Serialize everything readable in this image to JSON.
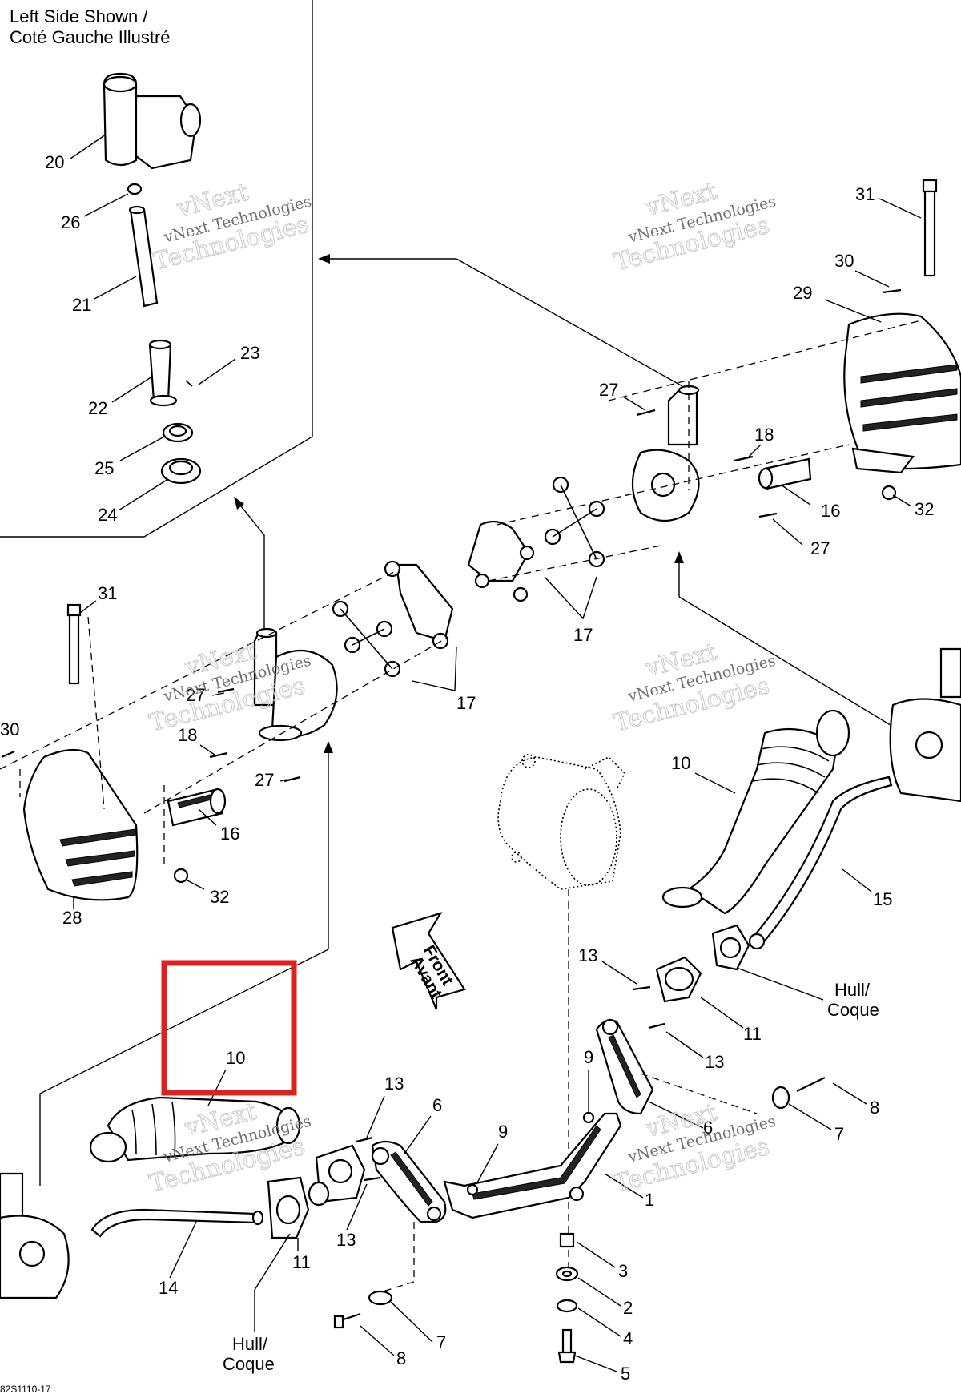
{
  "header_note": {
    "line1": "Left Side Shown /",
    "line2": "Coté Gauche Illustré"
  },
  "watermark": {
    "small": "vNext Technologies",
    "large_top": "vNext",
    "large_bottom": "Technologies"
  },
  "front_arrow": {
    "line1": "Front",
    "line2": "Avant"
  },
  "hull_label": {
    "line1": "Hull/",
    "line2": "Coque"
  },
  "footer_code": "82S1110-17",
  "highlight_color": "#e02020",
  "callouts": {
    "c20": "20",
    "c26": "26",
    "c21": "21",
    "c23": "23",
    "c22": "22",
    "c25": "25",
    "c24": "24",
    "c31a": "31",
    "c30a": "30",
    "c29": "29",
    "c27a": "27",
    "c18a": "18",
    "c16a": "16",
    "c32a": "32",
    "c27b": "27",
    "c17a": "17",
    "c31b": "31",
    "c30b": "30",
    "c27c": "27",
    "c18b": "18",
    "c27d": "27",
    "c16b": "16",
    "c32b": "32",
    "c28": "28",
    "c17b": "17",
    "c10a": "10",
    "c15": "15",
    "c13a": "13",
    "c11a": "11",
    "c13b": "13",
    "c9a": "9",
    "c6a": "6",
    "c8a": "8",
    "c7a": "7",
    "c10b": "10",
    "c13c": "13",
    "c6b": "6",
    "c9b": "9",
    "c1": "1",
    "c13d": "13",
    "c11b": "11",
    "c14": "14",
    "c3": "3",
    "c2": "2",
    "c4": "4",
    "c5": "5",
    "c7b": "7",
    "c8b": "8"
  }
}
